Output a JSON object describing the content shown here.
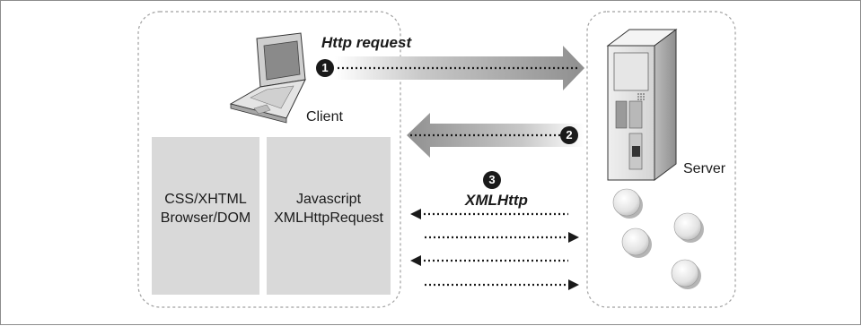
{
  "labels": {
    "http_request": "Http request",
    "client": "Client",
    "server": "Server",
    "xmlhttp": "XMLHttp"
  },
  "boxes": {
    "left_line1": "CSS/XHTML",
    "left_line2": "Browser/DOM",
    "right_line1": "Javascript",
    "right_line2": "XMLHttpRequest"
  },
  "steps": {
    "one": "1",
    "two": "2",
    "three": "3"
  },
  "icons": {
    "client": "laptop-icon",
    "server": "server-cabinet-icon",
    "nodes": "circle-node-icon"
  },
  "colors": {
    "box_fill": "#d9d9d9",
    "arrow_fill": "#a8a8a8",
    "dashed_border": "#a0a0a0",
    "badge": "#1a1a1a"
  }
}
